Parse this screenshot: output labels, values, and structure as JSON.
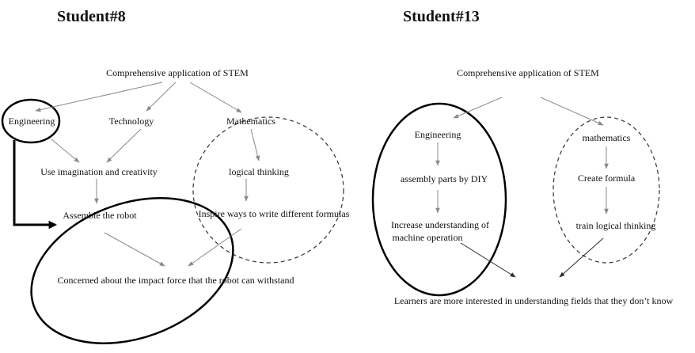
{
  "left": {
    "title": "Student#8",
    "root": "Comprehensive application of STEM",
    "engineering": "Engineering",
    "technology": "Technology",
    "mathematics": "Mathematics",
    "imagination": "Use imagination and creativity",
    "logical": "logical thinking",
    "assemble": "Assemble the robot",
    "inspire": "Inspire ways to write different formulas",
    "impact": "Concerned about the impact force that the robot can withstand"
  },
  "right": {
    "title": "Student#13",
    "root": "Comprehensive application of STEM",
    "engineering": "Engineering",
    "assembly": "assembly parts by DIY",
    "increase_1": "Increase understanding of",
    "increase_2": "machine operation",
    "mathematics": "mathematics",
    "formula": "Create formula",
    "train": "train logical thinking",
    "learners": "Learners are more interested in understanding fields that they don’t know"
  }
}
